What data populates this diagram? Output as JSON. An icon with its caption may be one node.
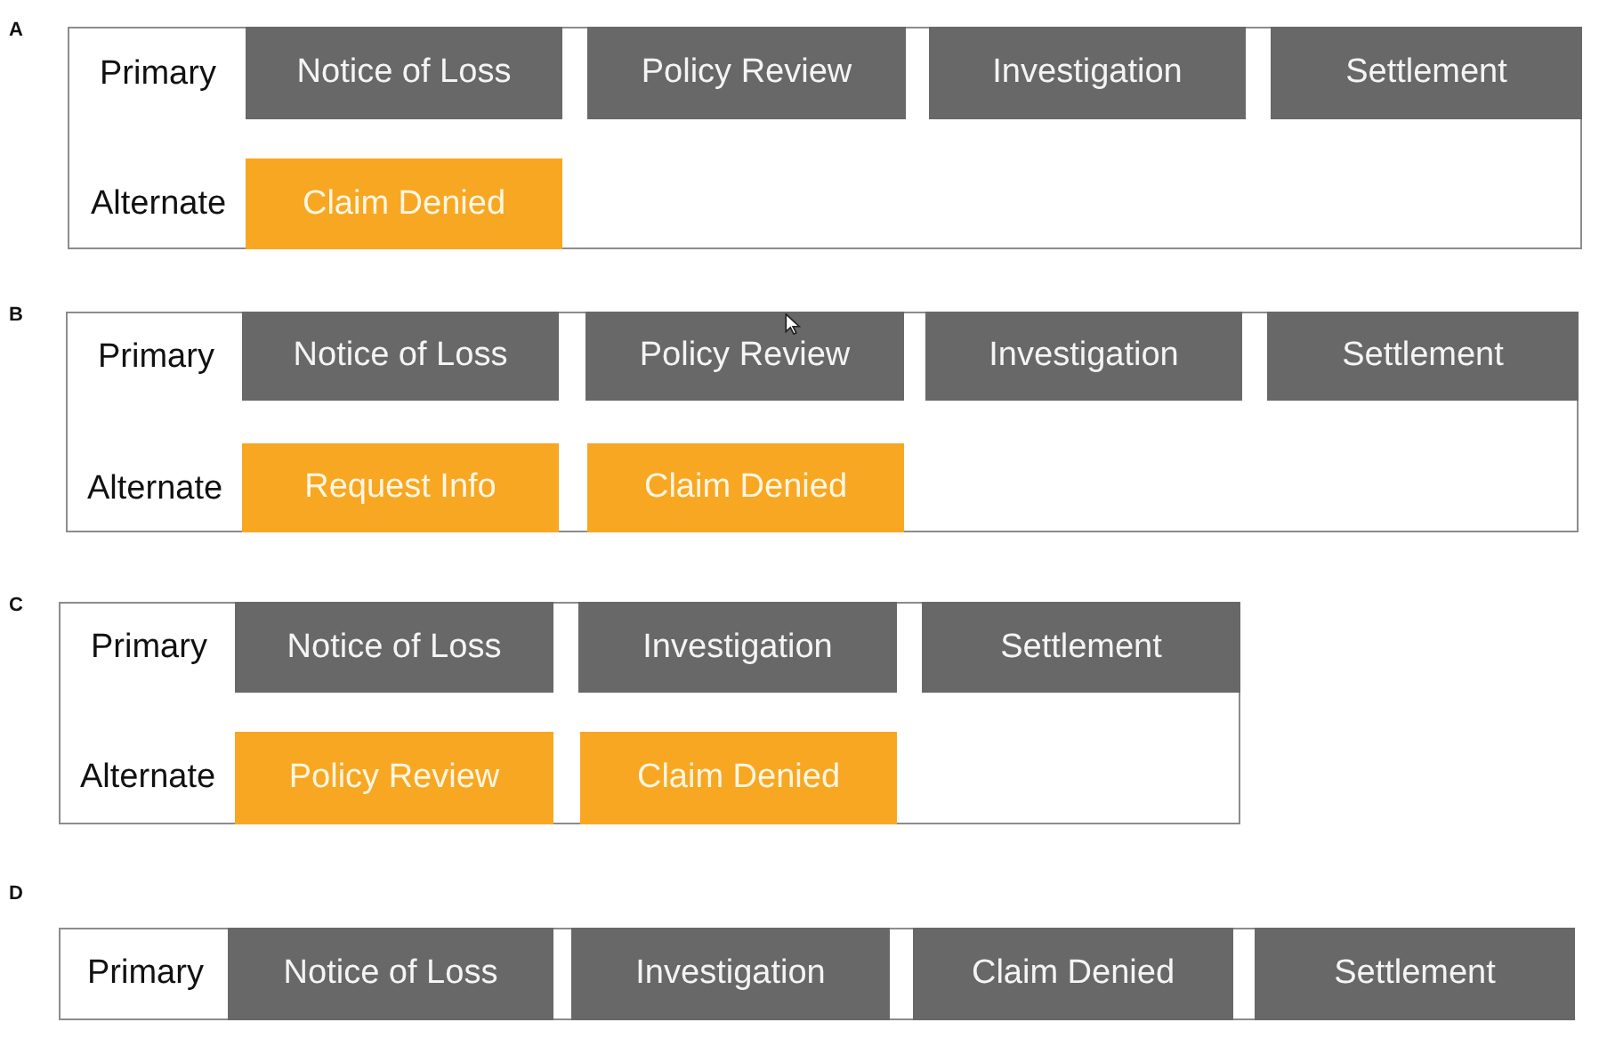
{
  "diagram": {
    "nodes": [
      {
        "text": [
          "A",
          "Primary",
          "Alternate"
        ]
      },
      {
        "text": [
          "Notice of Loss"
        ],
        "in": 0
      },
      {
        "text": [
          "Policy Review"
        ],
        "in": 0
      },
      {
        "text": [
          "Investigation"
        ],
        "in": 0
      },
      {
        "text": [
          "Settlement"
        ],
        "in": 0
      },
      {
        "text": [
          "Claim Denied"
        ],
        "in": 0
      },
      {
        "text": [
          "B",
          "Primary",
          "Alternate"
        ]
      },
      {
        "text": [
          "Notice of Loss"
        ],
        "in": 6
      },
      {
        "text": [
          "Policy Review"
        ],
        "in": 6
      },
      {
        "text": [
          "Investigation"
        ],
        "in": 6
      },
      {
        "text": [
          "Settlement"
        ],
        "in": 6
      },
      {
        "text": [
          "Request Info"
        ],
        "in": 6
      },
      {
        "text": [
          "Claim Denied"
        ],
        "in": 6
      },
      {
        "text": [
          "C",
          "Primary",
          "Alternate"
        ]
      },
      {
        "text": [
          "Notice of Loss"
        ],
        "in": 13
      },
      {
        "text": [
          "Investigation"
        ],
        "in": 13
      },
      {
        "text": [
          "Settlement"
        ],
        "in": 13
      },
      {
        "text": [
          "Policy Review"
        ],
        "in": 13
      },
      {
        "text": [
          "Claim Denied"
        ],
        "in": 13
      },
      {
        "text": [
          "D",
          "Primary"
        ]
      },
      {
        "text": [
          "Notice of Loss"
        ],
        "in": 19
      },
      {
        "text": [
          "Investigation"
        ],
        "in": 19
      },
      {
        "text": [
          "Claim Denied"
        ],
        "in": 19
      },
      {
        "text": [
          "Settlement"
        ],
        "in": 19
      }
    ]
  }
}
